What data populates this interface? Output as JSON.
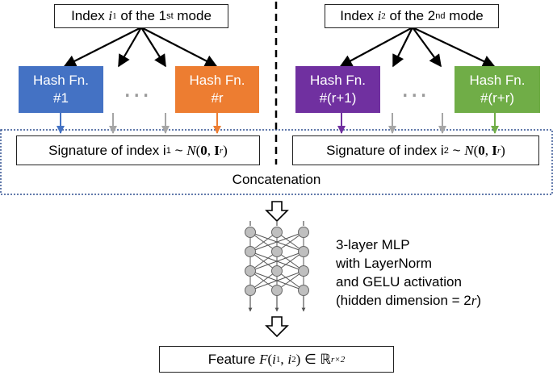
{
  "colors": {
    "hash1": "#4472C4",
    "hash_r": "#ED7D31",
    "hash_r1": "#7030A0",
    "hash_rr": "#70AD47",
    "gray_arrow": "#A6A6A6"
  },
  "left": {
    "index_prefix": "Index",
    "index_var": "i",
    "index_sub": "1",
    "index_of": "of the 1",
    "index_sup": "st",
    "index_suffix": "mode",
    "hash_a_title": "Hash Fn.",
    "hash_a_num": "#1",
    "hash_b_title": "Hash Fn.",
    "hash_b_num": "#r",
    "dots": "...",
    "sig_prefix": "Signature of index i",
    "sig_sub": "1",
    "sig_sim": "~",
    "sig_N": "N",
    "sig_zero": "0",
    "sig_I": "I",
    "sig_r": "r"
  },
  "right": {
    "index_prefix": "Index",
    "index_var": "i",
    "index_sub": "2",
    "index_of": "of the 2",
    "index_sup": "nd",
    "index_suffix": "mode",
    "hash_a_title": "Hash Fn.",
    "hash_a_num": "#(r+1)",
    "hash_b_title": "Hash Fn.",
    "hash_b_num": "#(r+r)",
    "dots": "...",
    "sig_prefix": "Signature of index i",
    "sig_sub": "2",
    "sig_sim": "~",
    "sig_N": "N",
    "sig_zero": "0",
    "sig_I": "I",
    "sig_r": "r"
  },
  "concatenation": "Concatenation",
  "mlp": {
    "line1": "3-layer MLP",
    "line2": "with LayerNorm",
    "line3": "and GELU activation",
    "line4_prefix": "(hidden dimension = 2",
    "line4_var": "r",
    "line4_suffix": ")"
  },
  "feature": {
    "prefix": "Feature",
    "F": "F",
    "open": "(",
    "i1": "i",
    "i1_sub": "1",
    "comma": ",",
    "i2": "i",
    "i2_sub": "2",
    "close": ")",
    "in": "∈",
    "R": "ℝ",
    "sup": "r×2"
  }
}
